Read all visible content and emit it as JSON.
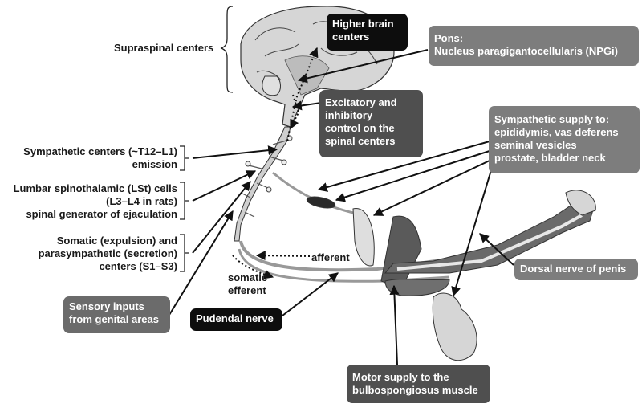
{
  "labels": {
    "supraspinal": "Supraspinal centers",
    "sympathetic_centers": [
      "Sympathetic centers (~T12–L1)",
      "emission"
    ],
    "lumbar": [
      "Lumbar spinothalamic (LSt) cells",
      "(L3–L4 in rats)",
      "spinal generator of ejaculation"
    ],
    "somatic": [
      "Somatic (expulsion) and",
      "parasympathetic (secretion)",
      "centers (S1–S3)"
    ],
    "afferent": "afferent",
    "somatic_efferent": [
      "somatic",
      "efferent"
    ]
  },
  "boxes": {
    "higher_brain": [
      "Higher brain",
      "centers"
    ],
    "pons": [
      "Pons:",
      "Nucleus paragigantocellularis  (NPGi)"
    ],
    "excitatory": [
      "Excitatory and",
      "inhibitory",
      "control on the",
      "spinal centers"
    ],
    "sympathetic_supply": [
      "Sympathetic supply to:",
      "epididymis, vas deferens",
      "seminal vesicles",
      "prostate, bladder neck"
    ],
    "dorsal_nerve": "Dorsal nerve of penis",
    "sensory": [
      "Sensory inputs",
      "from genital areas"
    ],
    "pudendal": "Pudendal nerve",
    "motor": [
      "Motor supply to the",
      "bulbospongiosus  muscle"
    ]
  },
  "colors": {
    "black_box": "#0d0d0d",
    "dark_box": "#4f4f4f",
    "mid_box": "#6b6b6b",
    "light_box": "#7d7d7d"
  }
}
